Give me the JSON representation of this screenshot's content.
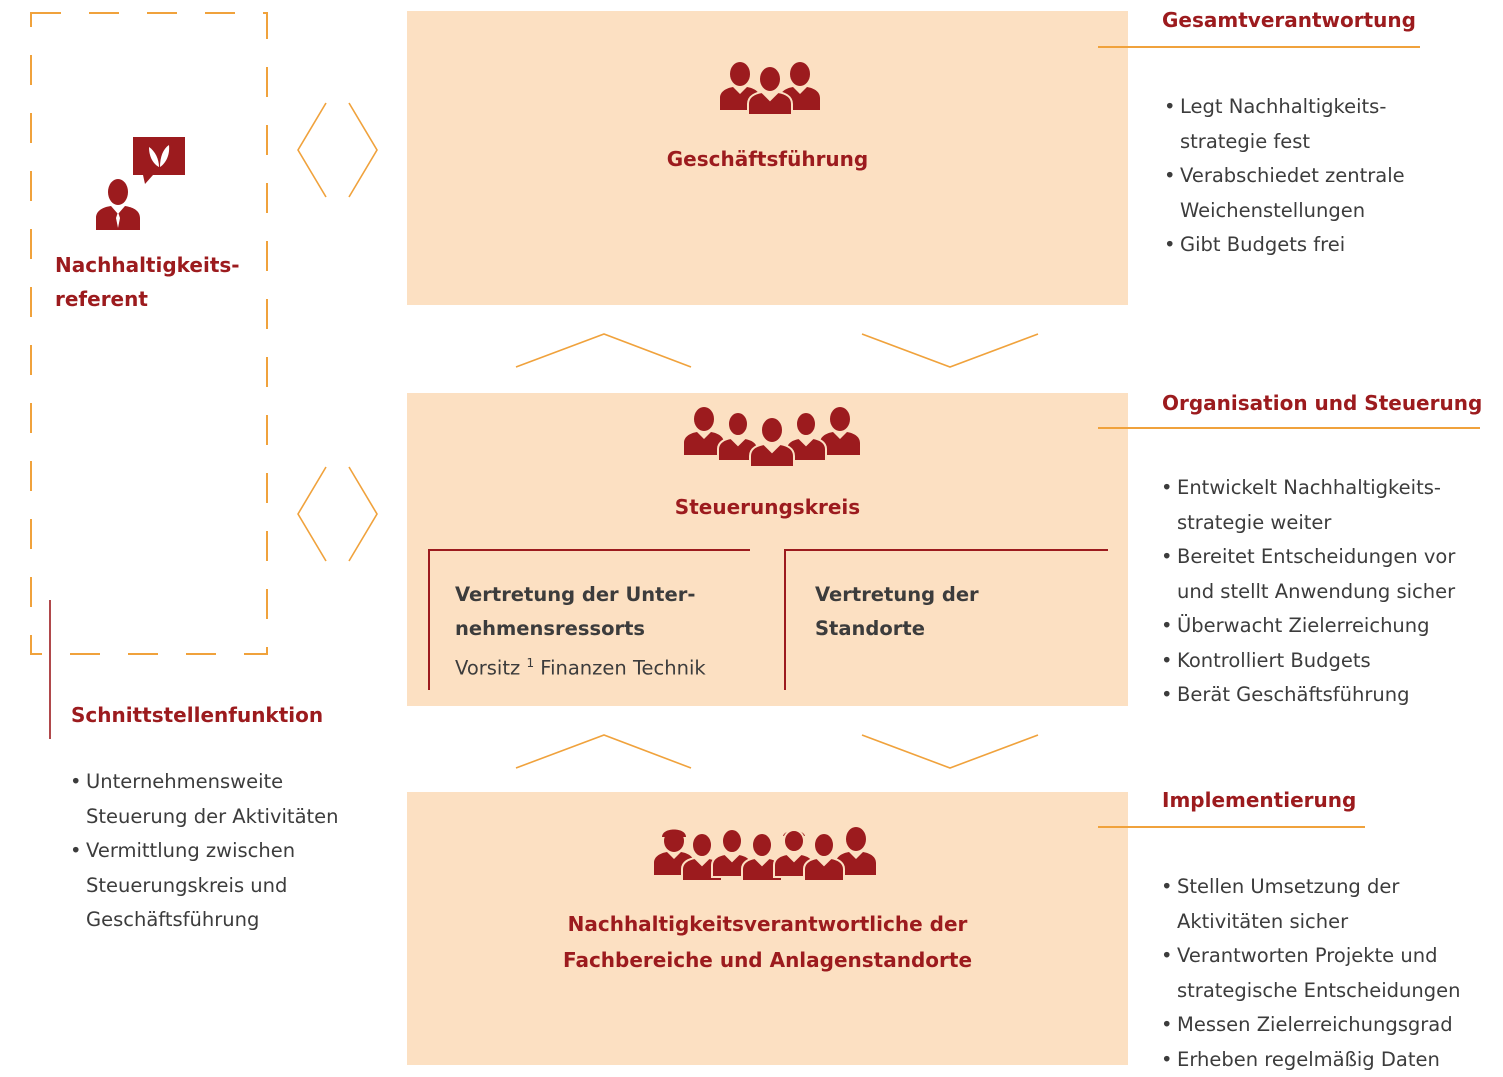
{
  "referent": {
    "title_line1": "Nachhaltigkeits-",
    "title_line2": "referent"
  },
  "schnittstelle": {
    "heading": "Schnittstellenfunktion",
    "bullets": [
      {
        "l1": "Unternehmensweite",
        "l2": "Steuerung der Aktivitäten"
      },
      {
        "l1": "Vermittlung zwischen",
        "l2": "Steuerungskreis und",
        "l3": "Geschäftsführung"
      }
    ]
  },
  "geschaeftsfuehrung": {
    "title": "Geschäftsführung"
  },
  "steuerungskreis": {
    "title": "Steuerungskreis",
    "left": {
      "line1": "Vertretung der Unter-",
      "line2": "nehmensressorts",
      "sub_prefix": "Vorsitz",
      "sub_sup": "1",
      "sub_rest": "Finanzen Technik"
    },
    "right": {
      "line1": "Vertretung der",
      "line2": "Standorte"
    }
  },
  "implementierung_box": {
    "title_line1": "Nachhaltigkeitsverantwortliche der",
    "title_line2": "Fachbereiche und Anlagenstandorte"
  },
  "right_panels": [
    {
      "heading": "Gesamtverantwortung",
      "bullets": [
        {
          "l1": "Legt Nachhaltigkeits-",
          "l2": "strategie fest"
        },
        {
          "l1": "Verabschiedet zentrale",
          "l2": "Weichenstellungen"
        },
        {
          "l1": "Gibt Budgets frei"
        }
      ]
    },
    {
      "heading": "Organisation und Steuerung",
      "bullets": [
        {
          "l1": "Entwickelt Nachhaltigkeits-",
          "l2": "strategie weiter"
        },
        {
          "l1": "Bereitet Entscheidungen vor",
          "l2": "und stellt Anwendung sicher"
        },
        {
          "l1": "Überwacht Zielerreichung"
        },
        {
          "l1": "Kontrolliert Budgets"
        },
        {
          "l1": "Berät Geschäftsführung"
        }
      ]
    },
    {
      "heading": "Implementierung",
      "bullets": [
        {
          "l1": "Stellen Umsetzung der",
          "l2": "Aktivitäten sicher"
        },
        {
          "l1": "Verantworten Projekte und",
          "l2": "strategische Entscheidungen"
        },
        {
          "l1": "Messen Zielerreichungsgrad"
        },
        {
          "l1": "Erheben regelmäßig Daten"
        }
      ]
    }
  ],
  "colors": {
    "accent_orange": "#f0a23c",
    "box_fill": "#fce0c2",
    "dark_red": "#9c1b1e",
    "text": "#3c3c3c"
  },
  "icons": [
    "sustainability-leaf-bubble-icon",
    "person-icon",
    "people-group-icon",
    "worker-group-icon"
  ]
}
